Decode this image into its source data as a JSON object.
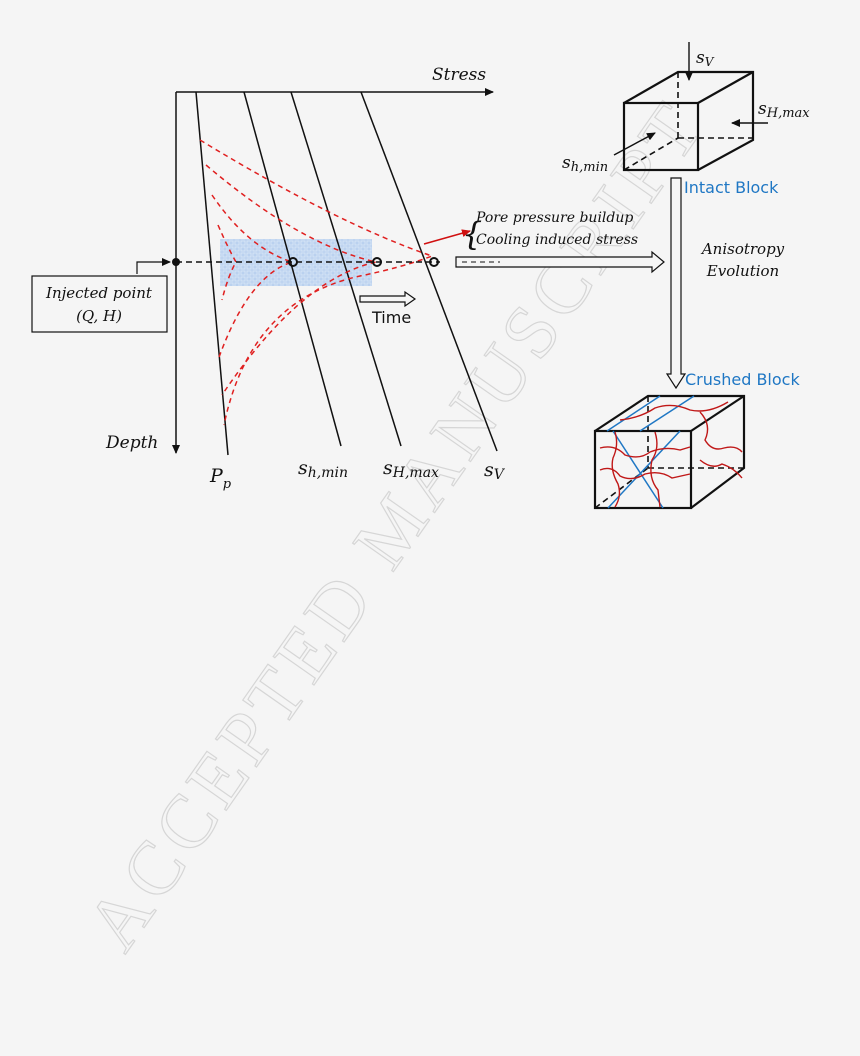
{
  "watermark": "ACCEPTED MANUSCRIPT",
  "axes": {
    "x_label": "Stress",
    "y_label": "Depth"
  },
  "injection": {
    "label_line1": "Injected point",
    "label_line2": "(Q, H)"
  },
  "curves": {
    "pp": {
      "main": "P",
      "sub": "p"
    },
    "shmin": {
      "main": "s",
      "sub": "h,min"
    },
    "sHmax": {
      "main": "s",
      "sub": "H,max"
    },
    "sV": {
      "main": "s",
      "sub": "V"
    }
  },
  "time_label": "Time",
  "effects": {
    "line1": "Pore pressure buildup",
    "line2": "Cooling induced stress"
  },
  "intact_block": {
    "label": "Intact Block",
    "sv": {
      "main": "s",
      "sub": "V"
    },
    "sHmax": {
      "main": "s",
      "sub": "H,max"
    },
    "shmin": {
      "main": "s",
      "sub": "h,min"
    }
  },
  "evolution": {
    "line1": "Anisotropy",
    "line2": "Evolution"
  },
  "crushed_block": {
    "label": "Crushed Block"
  },
  "colors": {
    "accent_blue": "#1f77c4",
    "red_dashed": "#e02020",
    "shade": "#a9c6e8"
  }
}
